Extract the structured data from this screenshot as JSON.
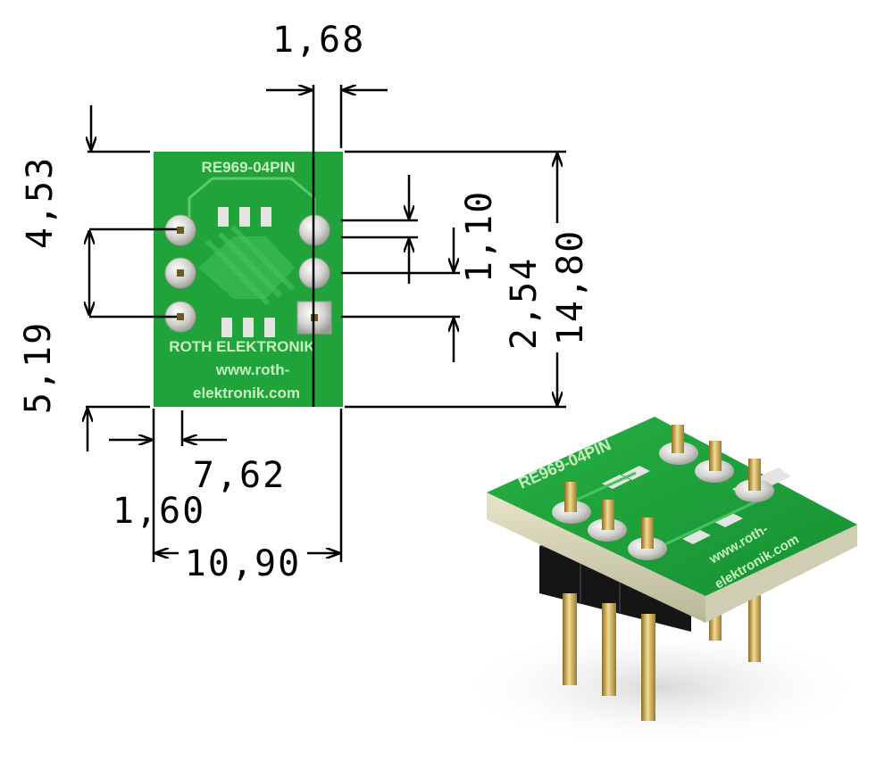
{
  "board": {
    "part_number": "RE969-04PIN",
    "brand": "ROTH ELEKTRONIK",
    "url_line1": "www.roth-",
    "url_line2": "elektronik.com"
  },
  "product_photo": {
    "part_number": "RE969-04PIN",
    "url_line1": "www.roth-",
    "url_line2": "elektronik.com"
  },
  "dimensions": {
    "pad_spacing": "1,68",
    "top_offset": "4,53",
    "bottom_offset": "5,19",
    "pad_pitch": "1,10",
    "pin_pitch": "2,54",
    "board_height": "14,80",
    "row_spacing": "7,62",
    "edge_offset": "1,60",
    "board_width": "10,90"
  },
  "colors": {
    "pcb_green": "#1fa33a",
    "pcb_green_dark": "#15842c",
    "silk": "#b6e8b0",
    "pad_silver": "#d6d6d2",
    "pin_gold": "#c9a44a",
    "header_black": "#151515"
  }
}
